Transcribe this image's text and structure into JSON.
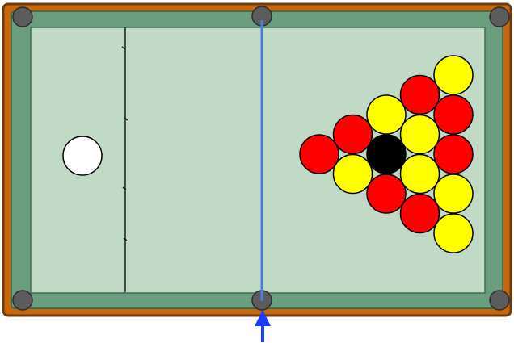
{
  "game": {
    "table": {
      "rail_color": "#c7660a",
      "rail_dark_color": "#6b3c12",
      "cushion_color": "#6a9e7e",
      "cushion_dark_color": "#3f6e53",
      "felt_color": "#c0dac6",
      "pocket_color": "#5c5c5c",
      "pocket_count": 6
    },
    "baulk_line": {
      "color": "#1a1a1a",
      "has_d_marks": true
    },
    "center_line": {
      "color": "#4a7fd6"
    },
    "cue_ball": {
      "color": "#ffffff"
    },
    "rack": {
      "formation": "triangle",
      "rows": [
        [
          "red"
        ],
        [
          "red",
          "yellow"
        ],
        [
          "yellow",
          "black",
          "red"
        ],
        [
          "red",
          "yellow",
          "yellow",
          "red"
        ],
        [
          "yellow",
          "red",
          "red",
          "yellow",
          "yellow"
        ]
      ],
      "ball_colors": {
        "red": "#ff0000",
        "yellow": "#ffff00",
        "black": "#000000"
      }
    },
    "aim_arrow": {
      "color": "#1a3cff",
      "direction": "up"
    }
  }
}
